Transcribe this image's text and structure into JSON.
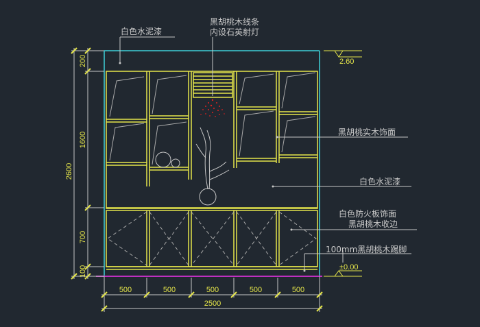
{
  "annotations": {
    "top_left": "白色水泥漆",
    "top_center_line1": "黑胡桃木线条",
    "top_center_line2": "内设石英射灯",
    "right_1": "黑胡桃实木饰面",
    "right_2": "白色水泥漆",
    "right_3_line1": "白色防火板饰面",
    "right_3_line2": "黑胡桃木收边",
    "right_4": "100mm黑胡桃木踢脚"
  },
  "levels": {
    "top": "2.60",
    "bottom": "±0.00"
  },
  "dims": {
    "left_total": "2600",
    "left_top": "200",
    "left_mid": "1600",
    "left_low": "700",
    "left_base": "100",
    "bottom_segments": [
      "500",
      "500",
      "500",
      "500",
      "500"
    ],
    "bottom_total": "2500"
  },
  "colors": {
    "background": "#212830",
    "cabinet": "#e6e64a",
    "wall": "#3fd0d8",
    "annotation_text": "#c8c8c8",
    "floor": "#c030c0",
    "spotlight": "#e02020"
  }
}
